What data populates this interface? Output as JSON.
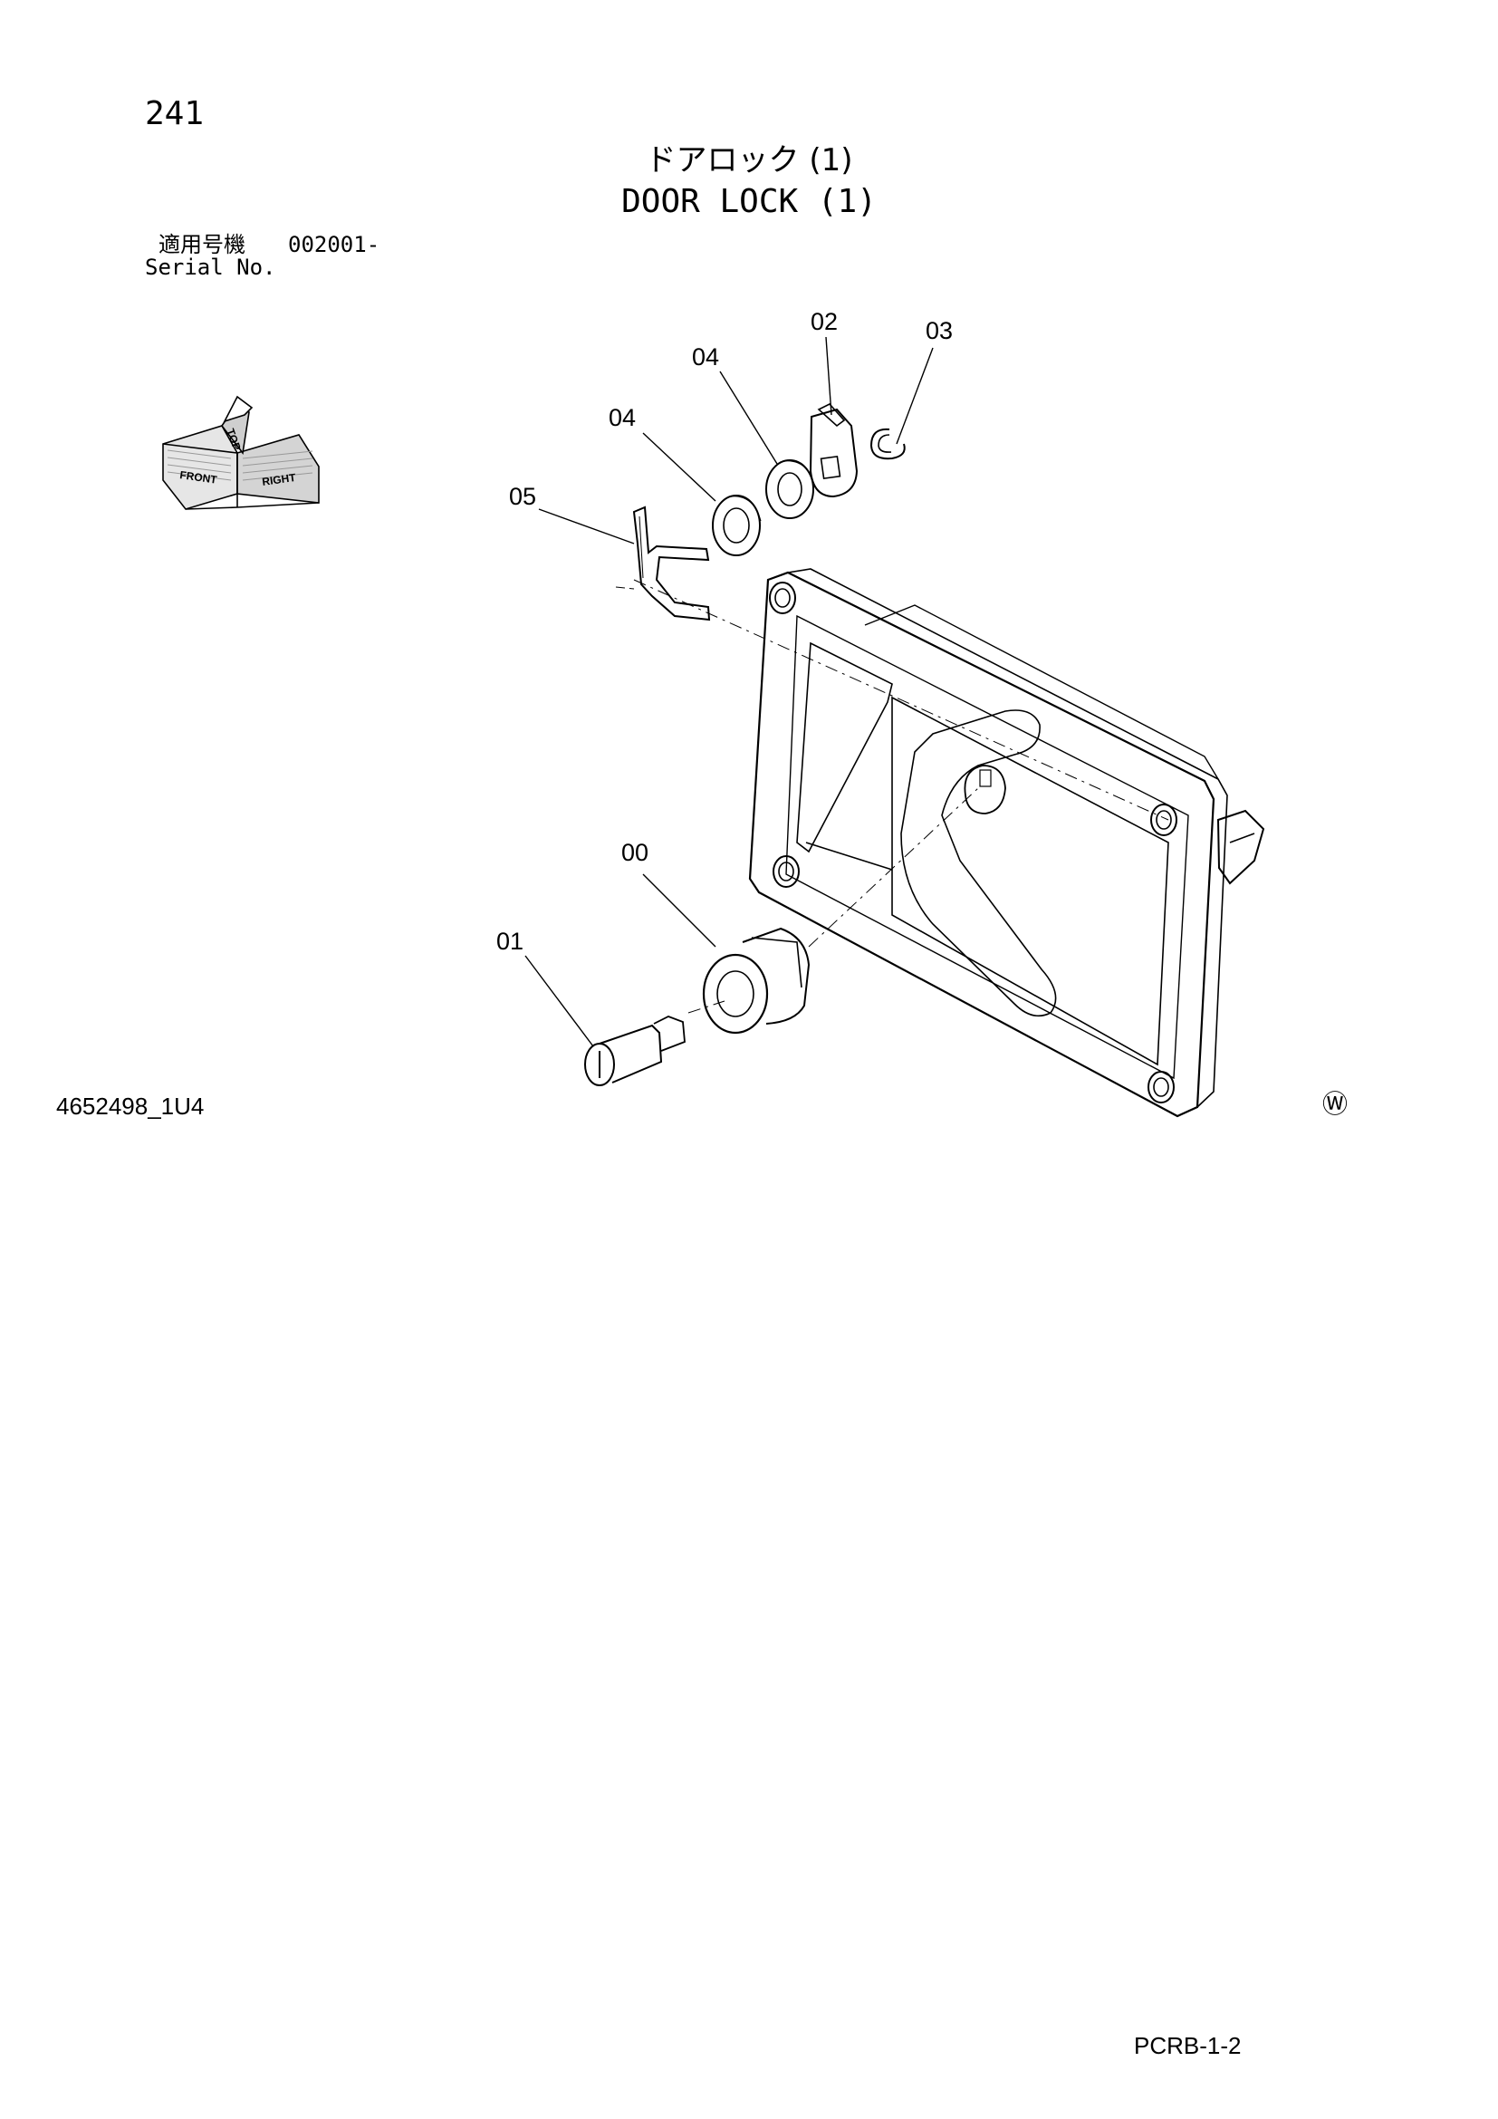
{
  "header": {
    "page_number": "241",
    "title_jp": "ドアロック (1)",
    "title_en": "DOOR LOCK (1)",
    "serial_label_jp": "適用号機",
    "serial_value": "002001-",
    "serial_label_en": "Serial No."
  },
  "orientation": {
    "front_label": "FRONT",
    "right_label": "RIGHT",
    "top_label": "TOP"
  },
  "callouts": {
    "c00": "00",
    "c01": "01",
    "c02": "02",
    "c03": "03",
    "c04a": "04",
    "c04b": "04",
    "c05": "05"
  },
  "footer": {
    "drawing_id": "4652498_1U4",
    "mark": "Ⓦ",
    "page_code": "PCRB-1-2"
  }
}
